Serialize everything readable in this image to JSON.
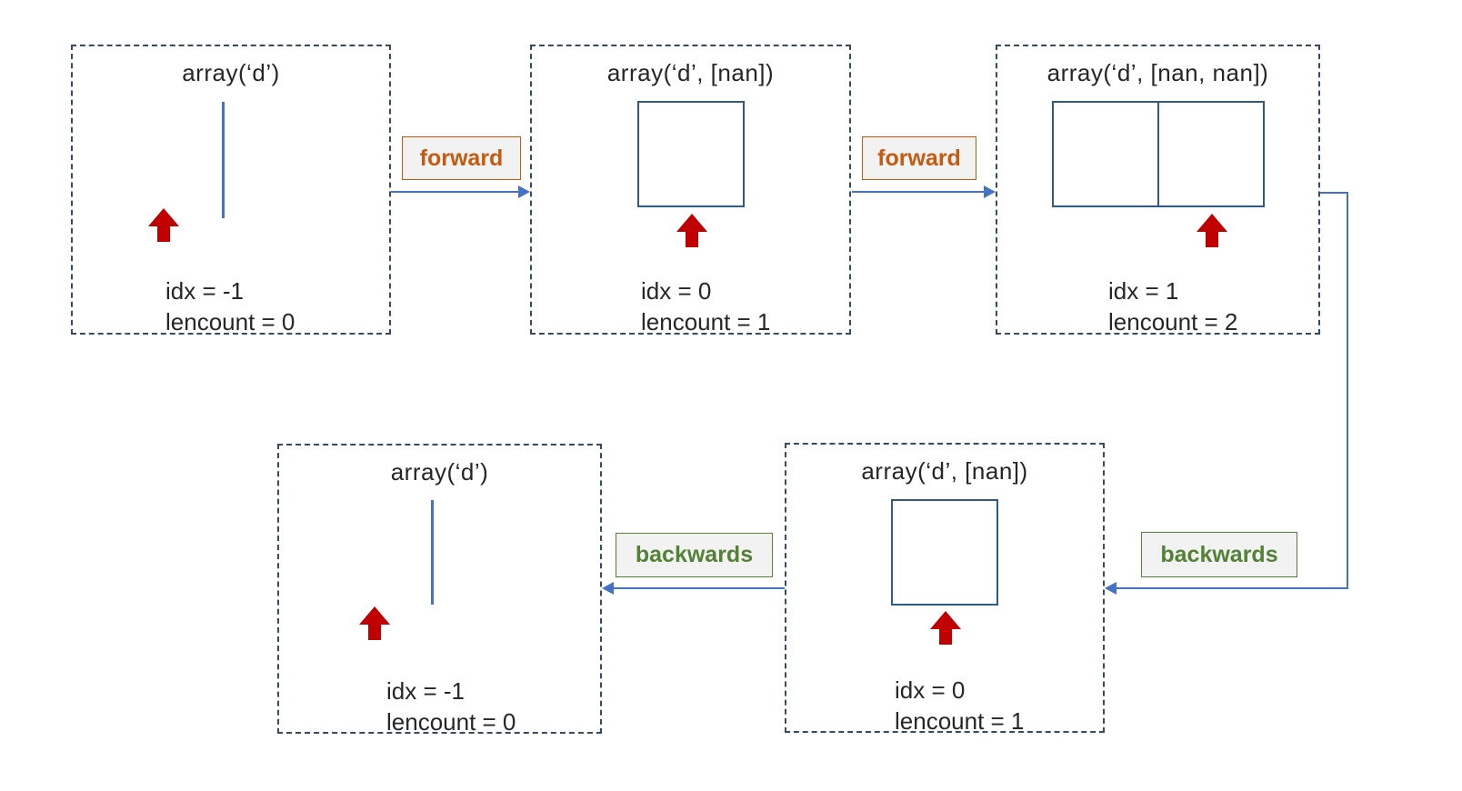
{
  "colors": {
    "dashed_border": "#344b63",
    "cell_border": "#2e5a88",
    "connector_blue": "#4472c4",
    "cursor_red": "#c00000",
    "forward_accent": "#c55a11",
    "backwards_accent": "#538135",
    "label_background": "#f2f2f2",
    "text": "#262626"
  },
  "states": [
    {
      "title": "array(‘d’)",
      "cells": 0,
      "idx": "idx = -1",
      "lencount": "lencount = 0"
    },
    {
      "title": "array(‘d’, [nan])",
      "cells": 1,
      "idx": "idx = 0",
      "lencount": "lencount = 1"
    },
    {
      "title": "array(‘d’, [nan, nan])",
      "cells": 2,
      "idx": "idx = 1",
      "lencount": "lencount = 2"
    },
    {
      "title": "array(‘d’)",
      "cells": 0,
      "idx": "idx = -1",
      "lencount": "lencount = 0"
    },
    {
      "title": "array(‘d’, [nan])",
      "cells": 1,
      "idx": "idx = 0",
      "lencount": "lencount = 1"
    }
  ],
  "edges": {
    "forward1": "forward",
    "forward2": "forward",
    "backwards1": "backwards",
    "backwards2": "backwards"
  }
}
